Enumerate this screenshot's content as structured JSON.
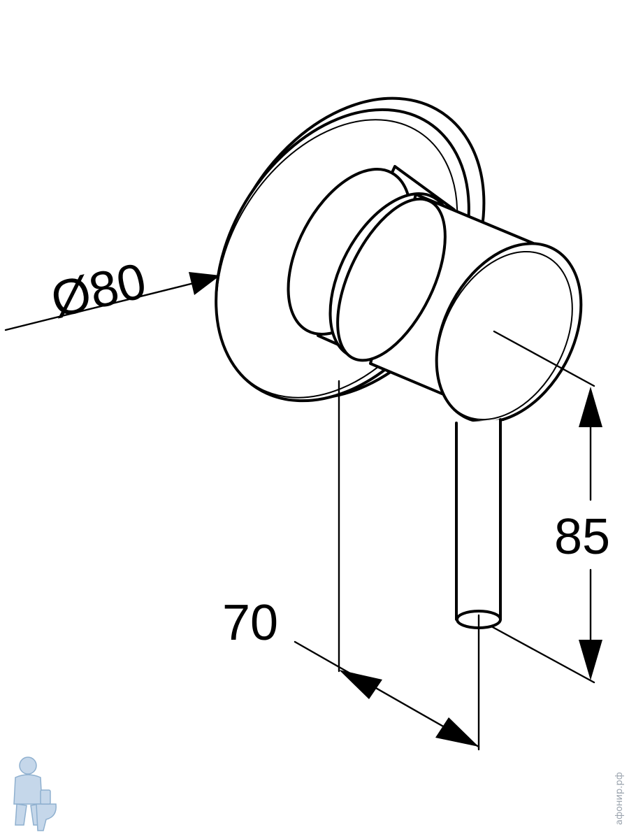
{
  "drawing": {
    "dimensions": {
      "diameter": "Ø80",
      "depth": "70",
      "height": "85"
    },
    "watermark": {
      "text": "афонир.рф",
      "logo_icon": "plumber-with-toilet-logo"
    }
  }
}
